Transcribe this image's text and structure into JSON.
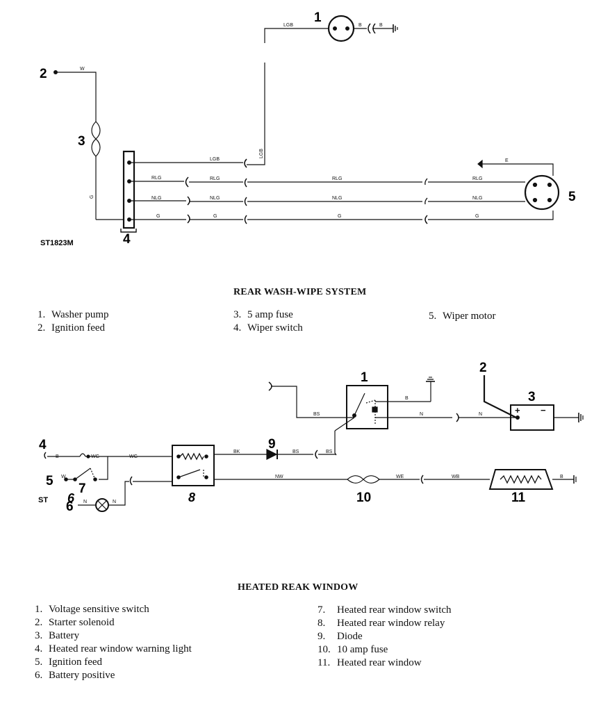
{
  "diagram1": {
    "code": "ST1823M",
    "title": "REAR WASH-WIPE SYSTEM",
    "components": {
      "c1": "1",
      "c2": "2",
      "c3": "3",
      "c4": "4",
      "c5": "5"
    },
    "wires": {
      "lgb_top": "LGB",
      "b1": "B",
      "b2": "B",
      "w": "W",
      "g_vert": "G",
      "lgb_vert": "LGB",
      "lgb_row1": "LGB",
      "e": "E",
      "rlg_a": "RLG",
      "rlg_b": "RLG",
      "rlg_c": "RLG",
      "rlg_d": "RLG",
      "nlg_a": "NLG",
      "nlg_b": "NLG",
      "nlg_c": "NLG",
      "nlg_d": "NLG",
      "g_a": "G",
      "g_b": "G",
      "g_c": "G",
      "g_d": "G"
    },
    "legend": {
      "col1": [
        {
          "num": "1.",
          "text": "Washer pump"
        },
        {
          "num": "2.",
          "text": "Ignition feed"
        }
      ],
      "col2": [
        {
          "num": "3.",
          "text": "5 amp fuse"
        },
        {
          "num": "4.",
          "text": "Wiper switch"
        }
      ],
      "col3": [
        {
          "num": "5.",
          "text": "Wiper motor"
        }
      ]
    }
  },
  "diagram2": {
    "code": "ST",
    "title": "HEATED REAK WINDOW",
    "components": {
      "c1": "1",
      "c2": "2",
      "c3": "3",
      "c4": "4",
      "c5": "5",
      "c6a": "6",
      "c6b": "6",
      "c7": "7",
      "c8": "8",
      "c9": "9",
      "c10": "10",
      "c11": "11"
    },
    "wires": {
      "b_switch": "B",
      "wg_a": "WG",
      "wg_b": "WG",
      "w": "W",
      "n_lamp_a": "N",
      "n_lamp_b": "N",
      "bk": "BK",
      "bs_a": "BS",
      "bs_b": "BS",
      "bs_c": "BS",
      "b_relay": "B",
      "n_a": "N",
      "n_b": "N",
      "nw": "NW",
      "we": "WE",
      "wb": "WB",
      "b_end": "B"
    },
    "battery_plus": "+",
    "battery_minus": "−",
    "legend": {
      "col1": [
        {
          "num": "1.",
          "text": "Voltage sensitive switch"
        },
        {
          "num": "2.",
          "text": "Starter solenoid"
        },
        {
          "num": "3.",
          "text": "Battery"
        },
        {
          "num": "4.",
          "text": "Heated rear window warning light"
        },
        {
          "num": "5.",
          "text": "Ignition feed"
        },
        {
          "num": "6.",
          "text": "Battery positive"
        }
      ],
      "col2": [
        {
          "num": "7.",
          "text": "Heated rear window switch"
        },
        {
          "num": "8.",
          "text": "Heated rear window relay"
        },
        {
          "num": "9.",
          "text": "Diode"
        },
        {
          "num": "10.",
          "text": "10 amp fuse"
        },
        {
          "num": "11.",
          "text": "Heated rear window"
        }
      ]
    }
  }
}
